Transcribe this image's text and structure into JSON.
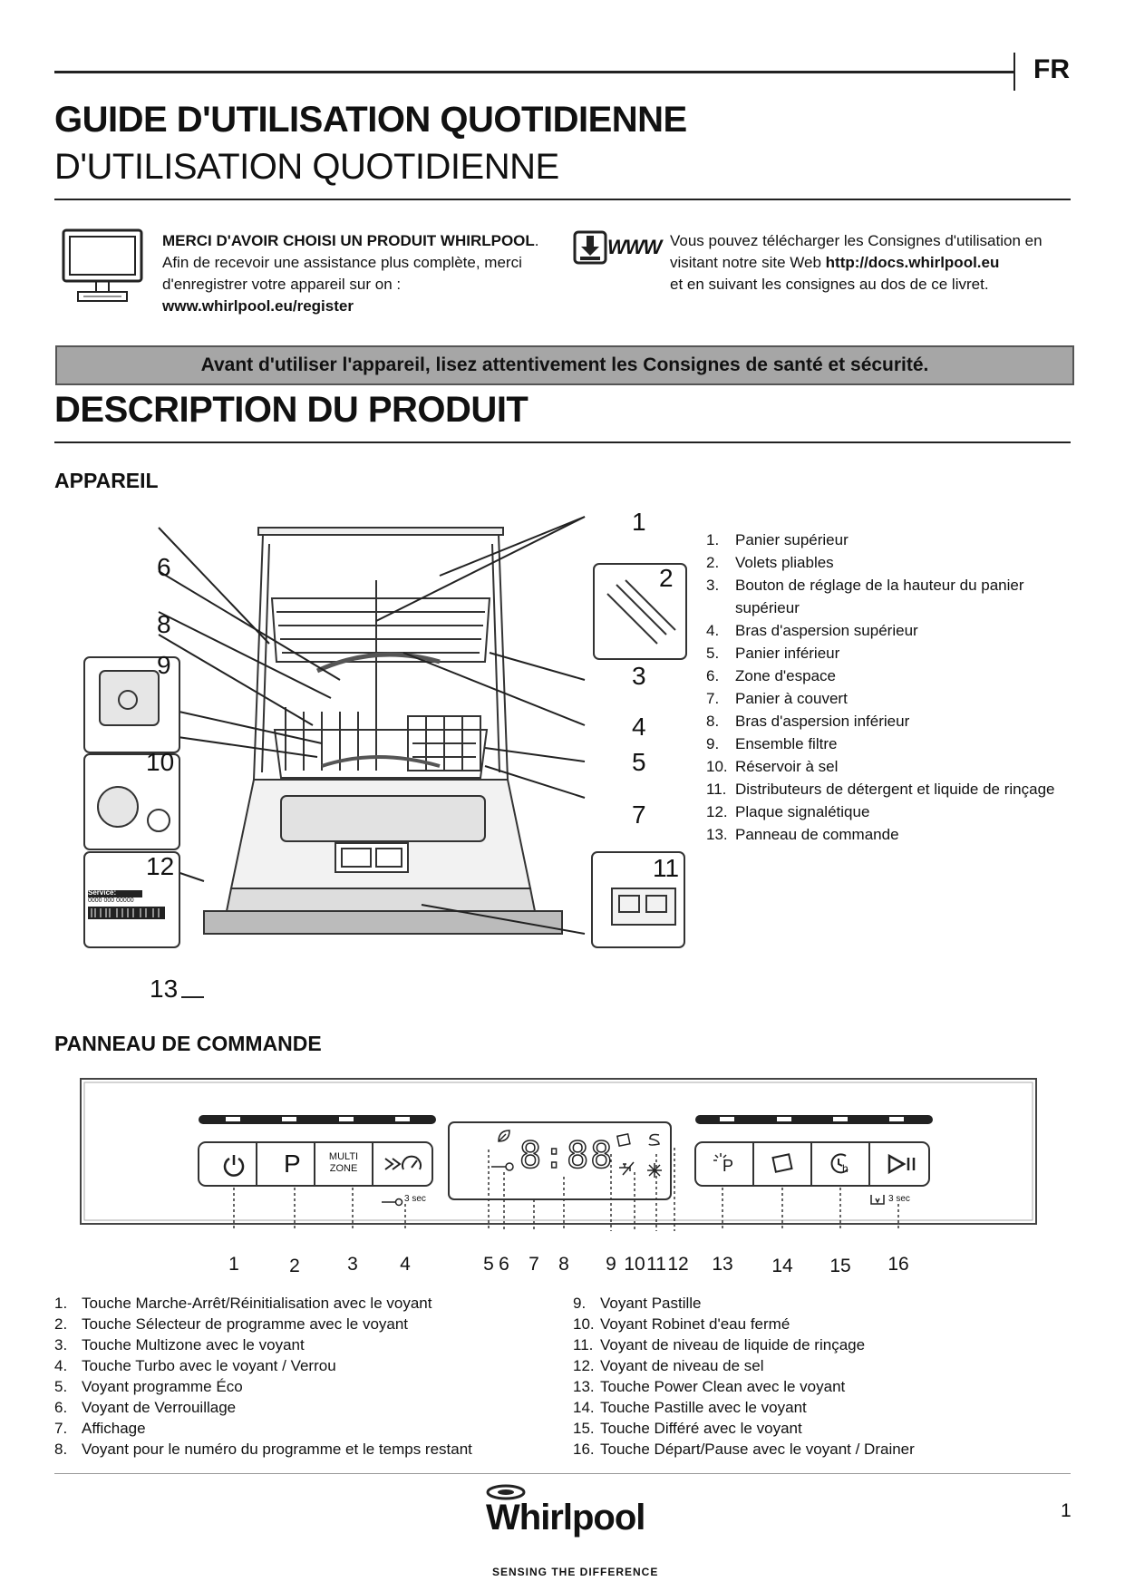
{
  "header": {
    "language": "FR",
    "title": "GUIDE D'UTILISATION QUOTIDIENNE",
    "subtitle": "D'UTILISATION QUOTIDIENNE"
  },
  "intro_left": {
    "icon": "computer-monitor-icon",
    "heading": "MERCI D'AVOIR CHOISI UN PRODUIT WHIRLPOOL",
    "heading_suffix": ".",
    "line1": "Afin de recevoir une assistance plus complète, merci",
    "line2": "d'enregistrer votre appareil sur on :",
    "link": "www.whirlpool.eu/register"
  },
  "intro_right": {
    "icon": "download-www-icon",
    "icon_text": "WWW",
    "line1": "Vous pouvez télécharger les Consignes d'utilisation en",
    "line2_prefix": "visitant notre site Web ",
    "link": "http://docs.whirlpool.eu",
    "line3": "et en suivant les consignes au dos de ce livret."
  },
  "warning": "Avant d'utiliser l'appareil, lisez attentivement les Consignes de santé et sécurité.",
  "product": {
    "section_title": "DESCRIPTION DU PRODUIT",
    "appliance_title": "APPAREIL",
    "callouts": [
      "1",
      "2",
      "3",
      "4",
      "5",
      "6",
      "7",
      "8",
      "9",
      "10",
      "11",
      "12",
      "13"
    ],
    "rating_plate": {
      "service_label": "Service:",
      "service_number": "0000 000 00000"
    },
    "parts": [
      {
        "n": "1.",
        "label": "Panier supérieur"
      },
      {
        "n": "2.",
        "label": " Volets pliables"
      },
      {
        "n": "3.",
        "label": "Bouton de réglage de la hauteur du panier"
      },
      {
        "n": "",
        "label": "supérieur"
      },
      {
        "n": "4.",
        "label": "Bras d'aspersion supérieur"
      },
      {
        "n": "5.",
        "label": "Panier inférieur"
      },
      {
        "n": "6.",
        "label": "Zone d'espace"
      },
      {
        "n": "7.",
        "label": "Panier à couvert"
      },
      {
        "n": "8.",
        "label": "Bras d'aspersion inférieur"
      },
      {
        "n": "9.",
        "label": "Ensemble filtre"
      },
      {
        "n": "10.",
        "label": "Réservoir à sel"
      },
      {
        "n": "11.",
        "label": "Distributeurs de détergent et liquide de rinçage"
      },
      {
        "n": "12.",
        "label": "Plaque signalétique"
      },
      {
        "n": "13.",
        "label": "Panneau de commande"
      }
    ]
  },
  "control_panel": {
    "title": "PANNEAU DE COMMANDE",
    "buttons": [
      {
        "icon": "power-icon",
        "label": ""
      },
      {
        "icon": "program-p-icon",
        "label": "P"
      },
      {
        "icon": "multizone-icon",
        "label": "MULTI",
        "label2": "ZONE"
      },
      {
        "icon": "turbo-icon",
        "label": ""
      },
      {
        "icon": "power-clean-icon",
        "label": "P"
      },
      {
        "icon": "tablet-icon",
        "label": ""
      },
      {
        "icon": "delay-icon",
        "label": "h"
      },
      {
        "icon": "start-pause-icon",
        "label": ""
      }
    ],
    "display_digits": "8:88",
    "lock_hint": "3 sec",
    "drain_hint": "3 sec",
    "numbers": [
      "1",
      "2",
      "3",
      "4",
      "5",
      "6",
      "7",
      "8",
      "9",
      "10",
      "11",
      "12",
      "13",
      "14",
      "15",
      "16"
    ],
    "items_left": [
      {
        "n": "1.",
        "label": "Touche Marche-Arrêt/Réinitialisation avec le voyant"
      },
      {
        "n": "2.",
        "label": "Touche Sélecteur de programme avec le voyant"
      },
      {
        "n": "3.",
        "label": "Touche Multizone avec le voyant"
      },
      {
        "n": "4.",
        "label": "Touche Turbo avec le voyant / Verrou"
      },
      {
        "n": "5.",
        "label": " Voyant programme Éco"
      },
      {
        "n": "6.",
        "label": "Voyant de Verrouillage"
      },
      {
        "n": "7.",
        "label": "Affichage"
      },
      {
        "n": "8.",
        "label": "Voyant pour le numéro du programme et le temps restant"
      }
    ],
    "items_right": [
      {
        "n": "9.",
        "label": "Voyant Pastille"
      },
      {
        "n": "10.",
        "label": "Voyant Robinet d'eau fermé"
      },
      {
        "n": "11.",
        "label": "Voyant de niveau de liquide de rinçage"
      },
      {
        "n": "12.",
        "label": "Voyant de niveau de sel"
      },
      {
        "n": "13.",
        "label": "Touche Power Clean avec le voyant"
      },
      {
        "n": "14.",
        "label": "Touche Pastille avec le voyant"
      },
      {
        "n": "15.",
        "label": "Touche Différé avec le voyant"
      },
      {
        "n": "16.",
        "label": "Touche Départ/Pause avec le voyant / Drainer"
      }
    ]
  },
  "footer": {
    "brand": "Whirlpool",
    "tagline": "SENSING THE DIFFERENCE",
    "page": "1"
  },
  "colors": {
    "warning_bg": "#a6a6a6",
    "text": "#111111"
  }
}
